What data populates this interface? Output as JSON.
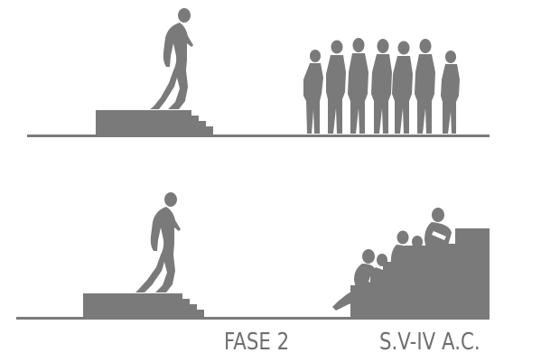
{
  "captions": {
    "phase": "FASE 2",
    "period": "S.V-IV A.C."
  },
  "colors": {
    "silhouette": "#7a7a7a",
    "ground": "#7a7a7a",
    "caption_text": "#6f6f6f",
    "background": "#ffffff"
  },
  "scenes": {
    "top": {
      "speaker": "standing-figure-on-steps",
      "audience": "row-of-seven-standing-figures"
    },
    "bottom": {
      "speaker": "standing-figure-on-steps",
      "audience": "seated-figures-on-tiered-seating"
    }
  }
}
